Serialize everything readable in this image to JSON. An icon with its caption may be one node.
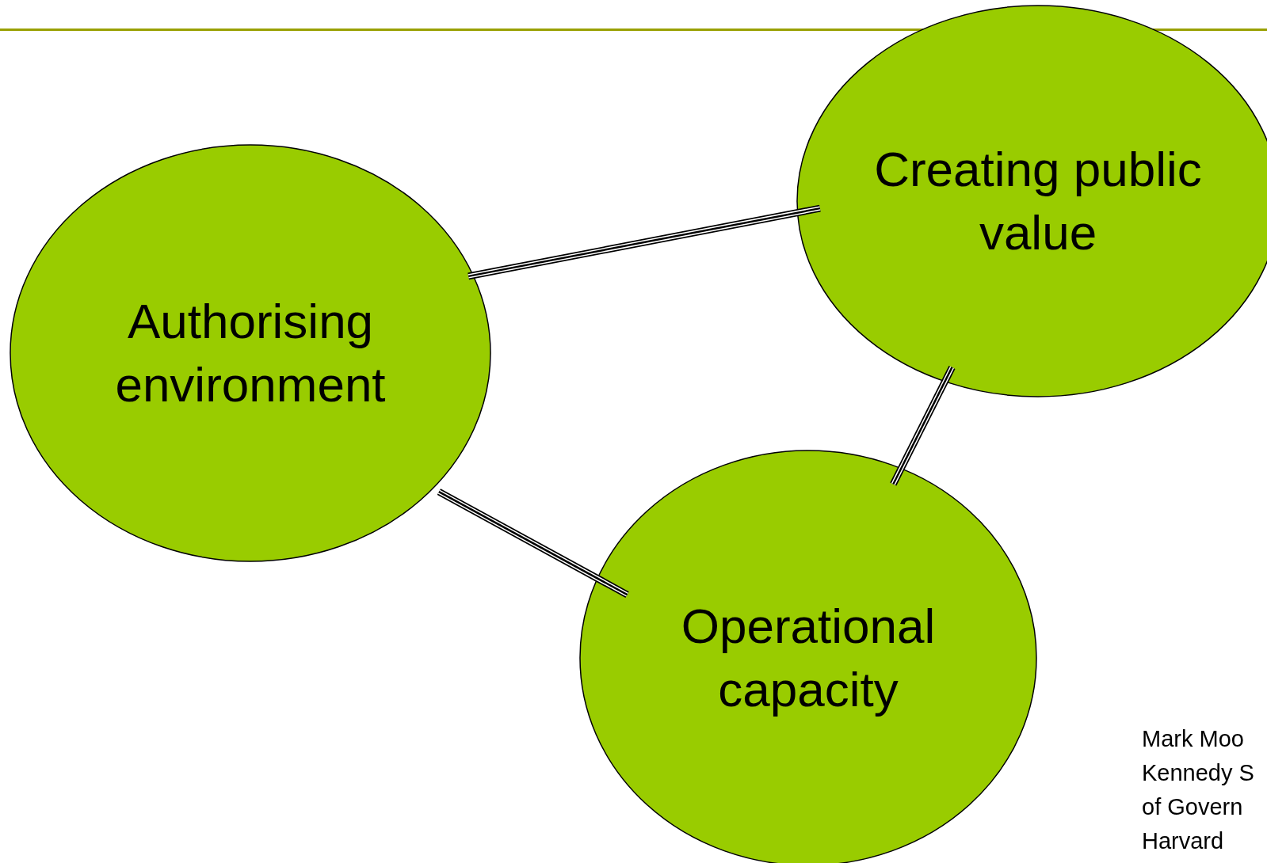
{
  "diagram": {
    "nodes": [
      {
        "text": [
          "Authorising environment"
        ]
      },
      {
        "text": [
          "Creating public value"
        ]
      },
      {
        "text": [
          "Operational capacity"
        ]
      }
    ],
    "edges": [
      {
        "from": 0,
        "to": 1,
        "arrow": "none"
      },
      {
        "from": 0,
        "to": 2,
        "arrow": "none"
      },
      {
        "from": 1,
        "to": 2,
        "arrow": "none"
      }
    ],
    "labels": [
      "Mark Moo",
      "Kennedy S",
      "of Govern",
      "Harvard"
    ]
  }
}
